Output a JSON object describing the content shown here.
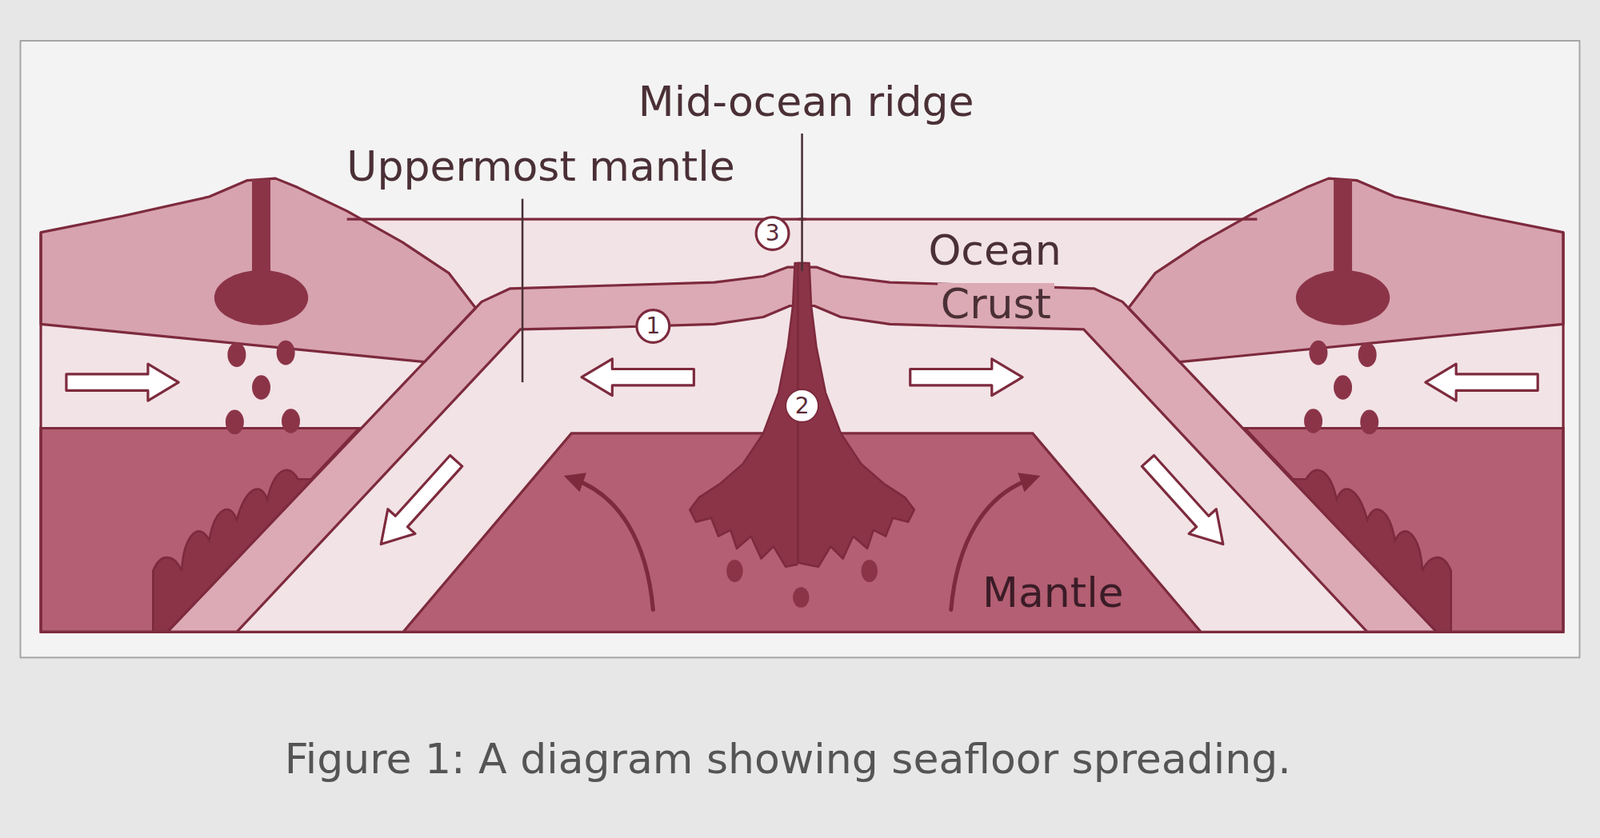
{
  "diagram": {
    "caption": "Figure 1: A diagram showing seafloor spreading.",
    "labels": [
      "Mid-ocean ridge",
      "Uppermost mantle",
      "3",
      "Ocean",
      "Crust",
      "1",
      "2",
      "Mantle"
    ]
  }
}
